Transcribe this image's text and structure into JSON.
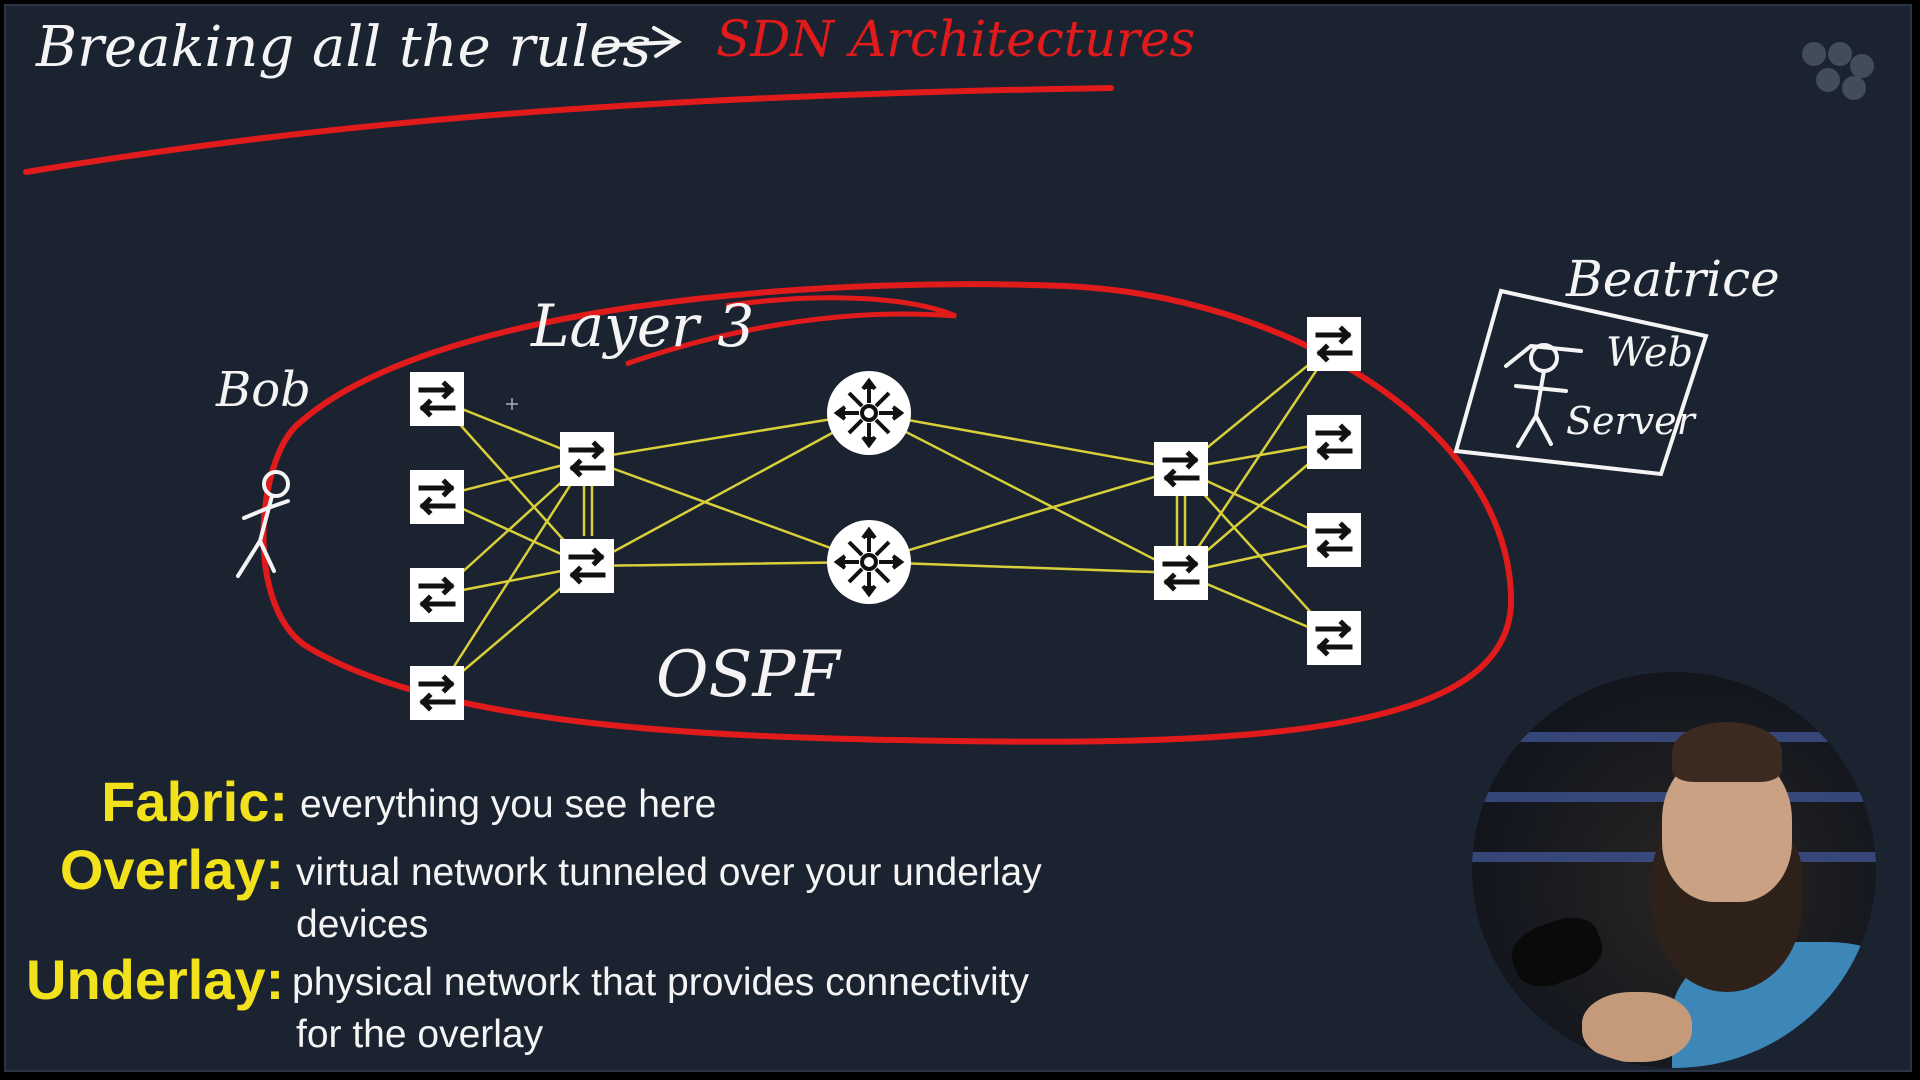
{
  "slide": {
    "title": "Breaking all the rules",
    "title_arrow": "→",
    "subtitle": "SDN Architectures",
    "colors": {
      "background": "#1b2331",
      "red_ink": "#e11b1b",
      "yellow_link": "#d8cf3a",
      "term": "#f2e21c",
      "white_ink": "#f4f4f4"
    }
  },
  "diagram": {
    "user_label": "Bob",
    "layer_label": "Layer 3",
    "protocol_label": "OSPF",
    "server_owner_label": "Beatrice",
    "server_label_line1": "Web",
    "server_label_line2": "Server",
    "icons": {
      "switch": "switch-icon",
      "router": "router-icon",
      "person": "stick-figure-icon"
    }
  },
  "definitions": [
    {
      "term": "Fabric:",
      "lines": [
        "everything you see here"
      ]
    },
    {
      "term": "Overlay:",
      "lines": [
        "virtual network tunneled over your underlay",
        "devices"
      ]
    },
    {
      "term": "Underlay:",
      "lines": [
        "physical network that provides connectivity",
        "for the overlay"
      ]
    }
  ],
  "webcam": {
    "icon": "presenter-webcam"
  },
  "logo": {
    "icon": "channel-logo-icon"
  }
}
